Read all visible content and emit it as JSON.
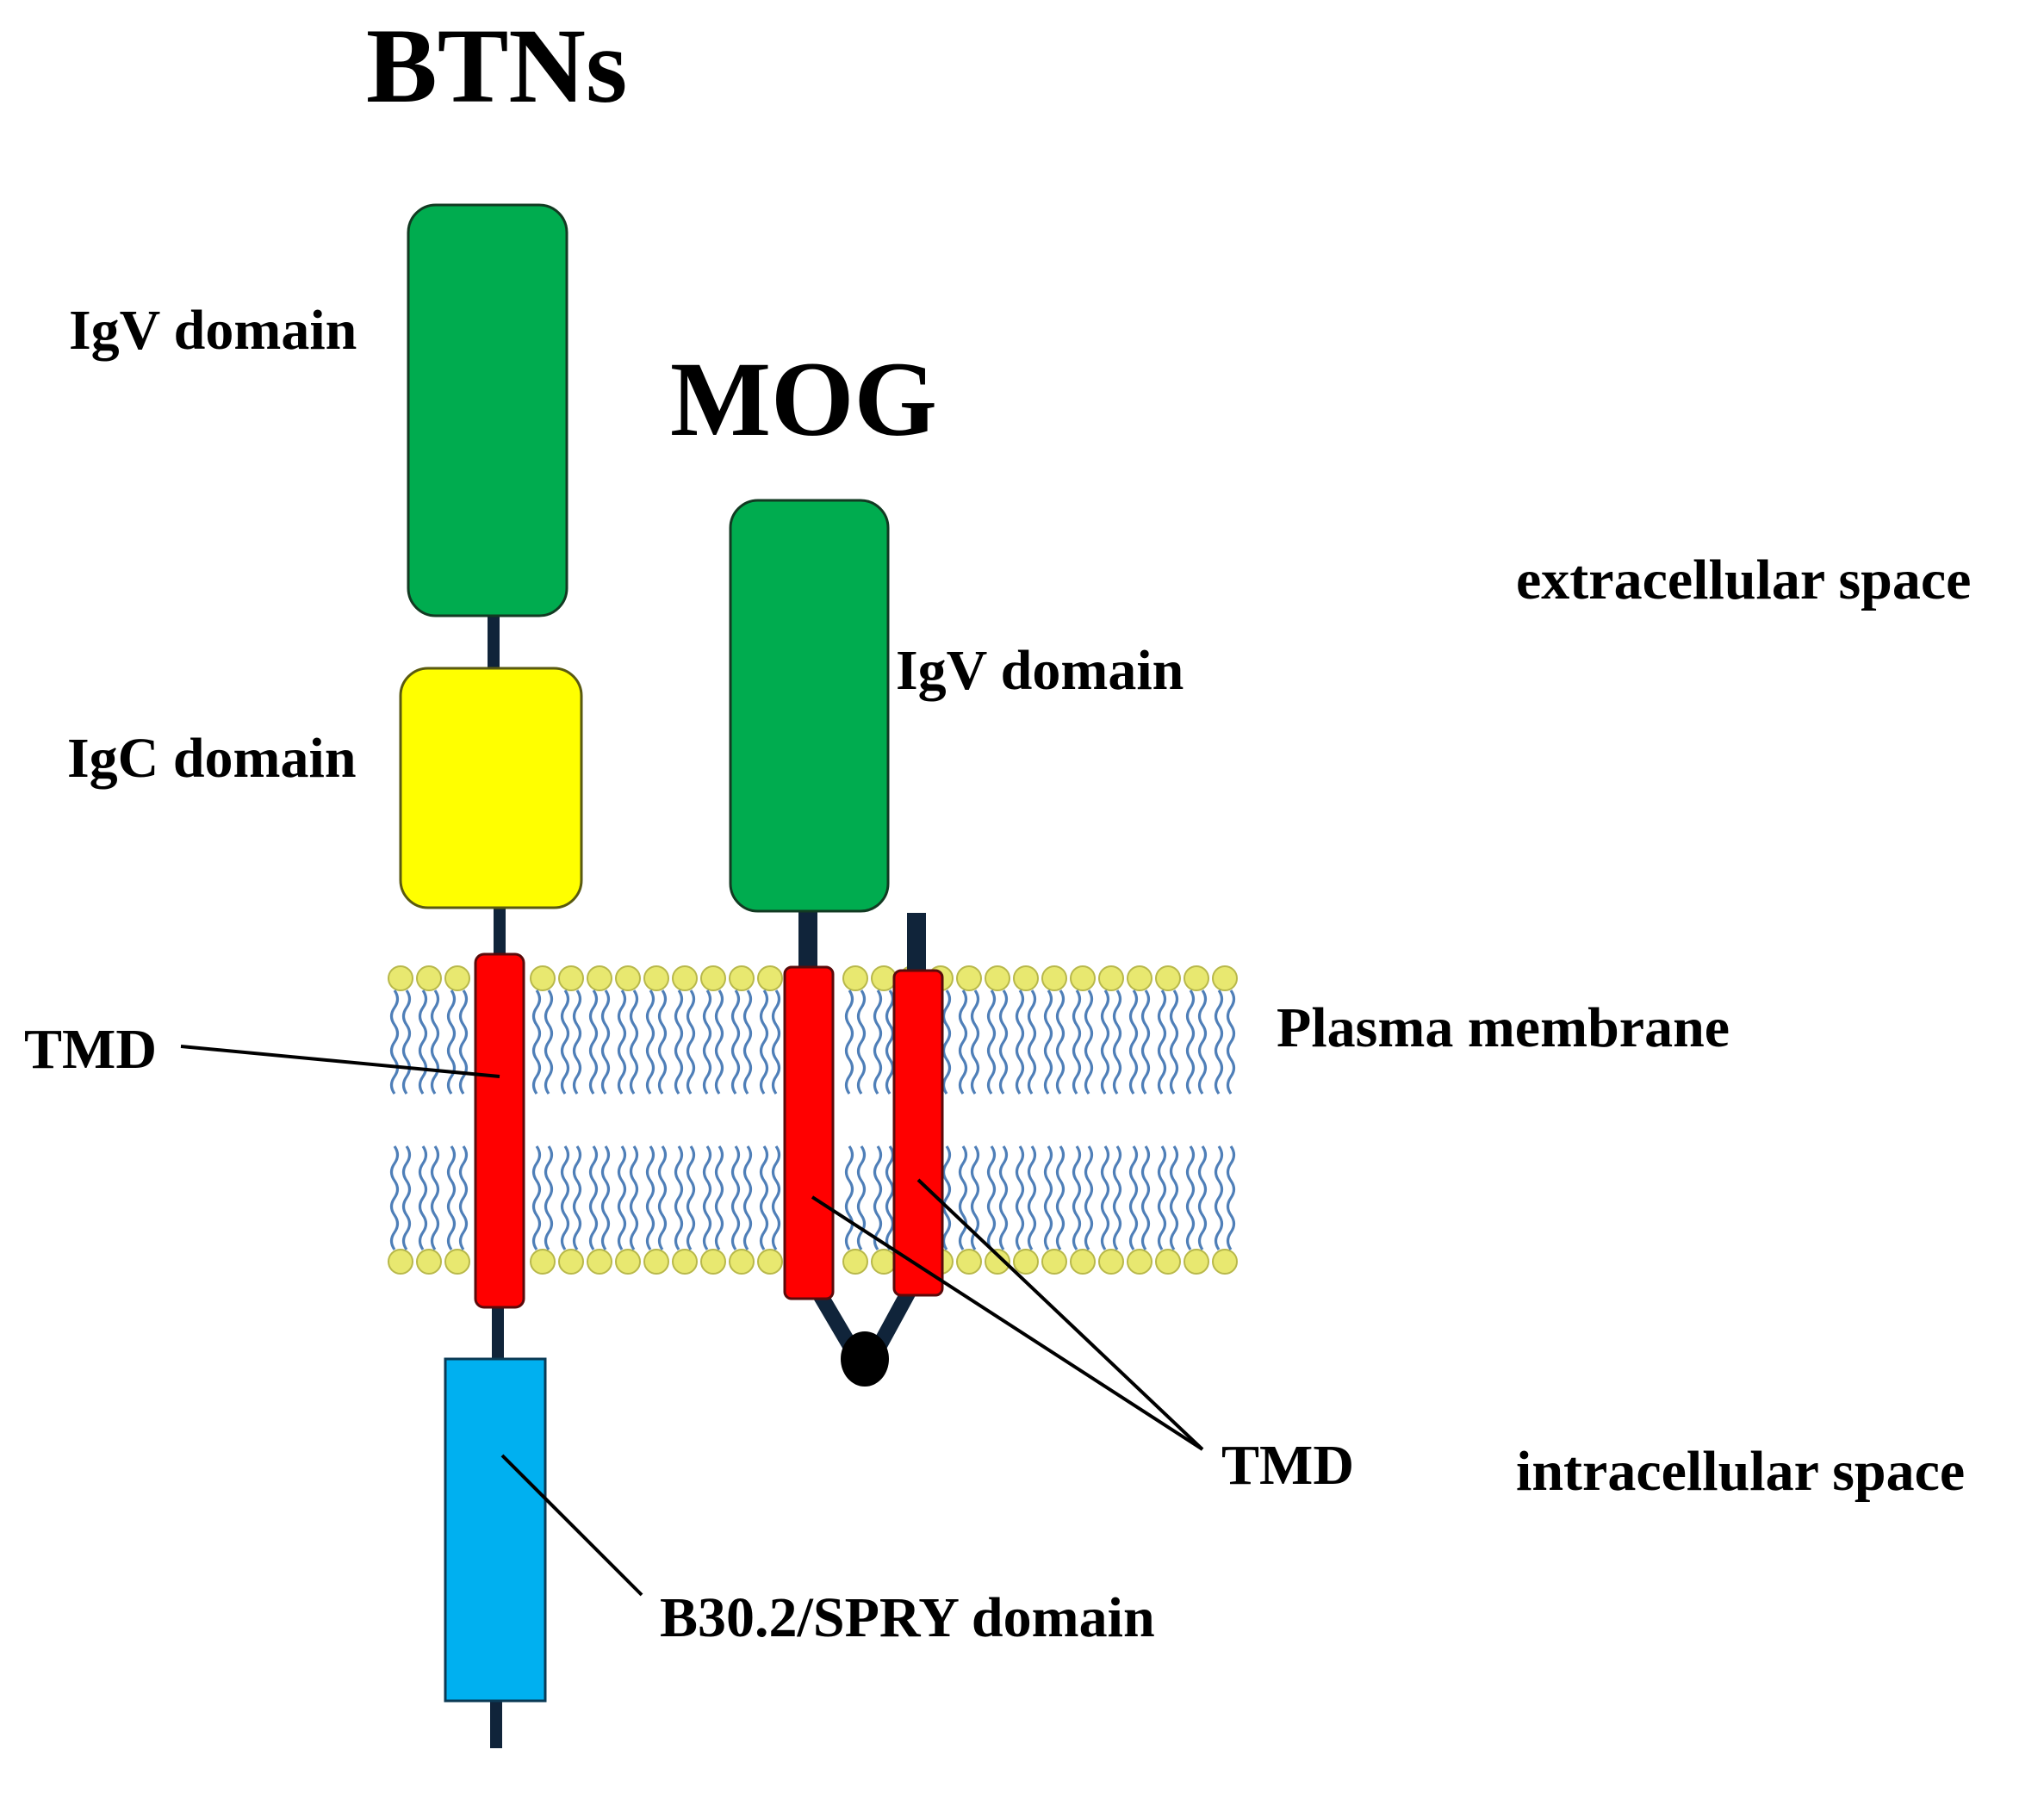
{
  "titles": {
    "btns": "BTNs",
    "mog": "MOG"
  },
  "labels": {
    "btn_igv": "IgV domain",
    "btn_igc": "IgC domain",
    "btn_tmd": "TMD",
    "mog_igv": "IgV domain",
    "mog_tmd": "TMD",
    "spry": "B30.2/SPRY domain",
    "membrane": "Plasma membrane",
    "extracellular": "extracellular space",
    "intracellular": "intracellular space"
  },
  "colors": {
    "igv": "#00ac4f",
    "igc": "#ffff00",
    "tmd": "#ff0000",
    "spry": "#00b0f0",
    "lipid_head": "#e8e870",
    "lipid_tail": "#4f7fb8",
    "linker": "#10243a"
  }
}
